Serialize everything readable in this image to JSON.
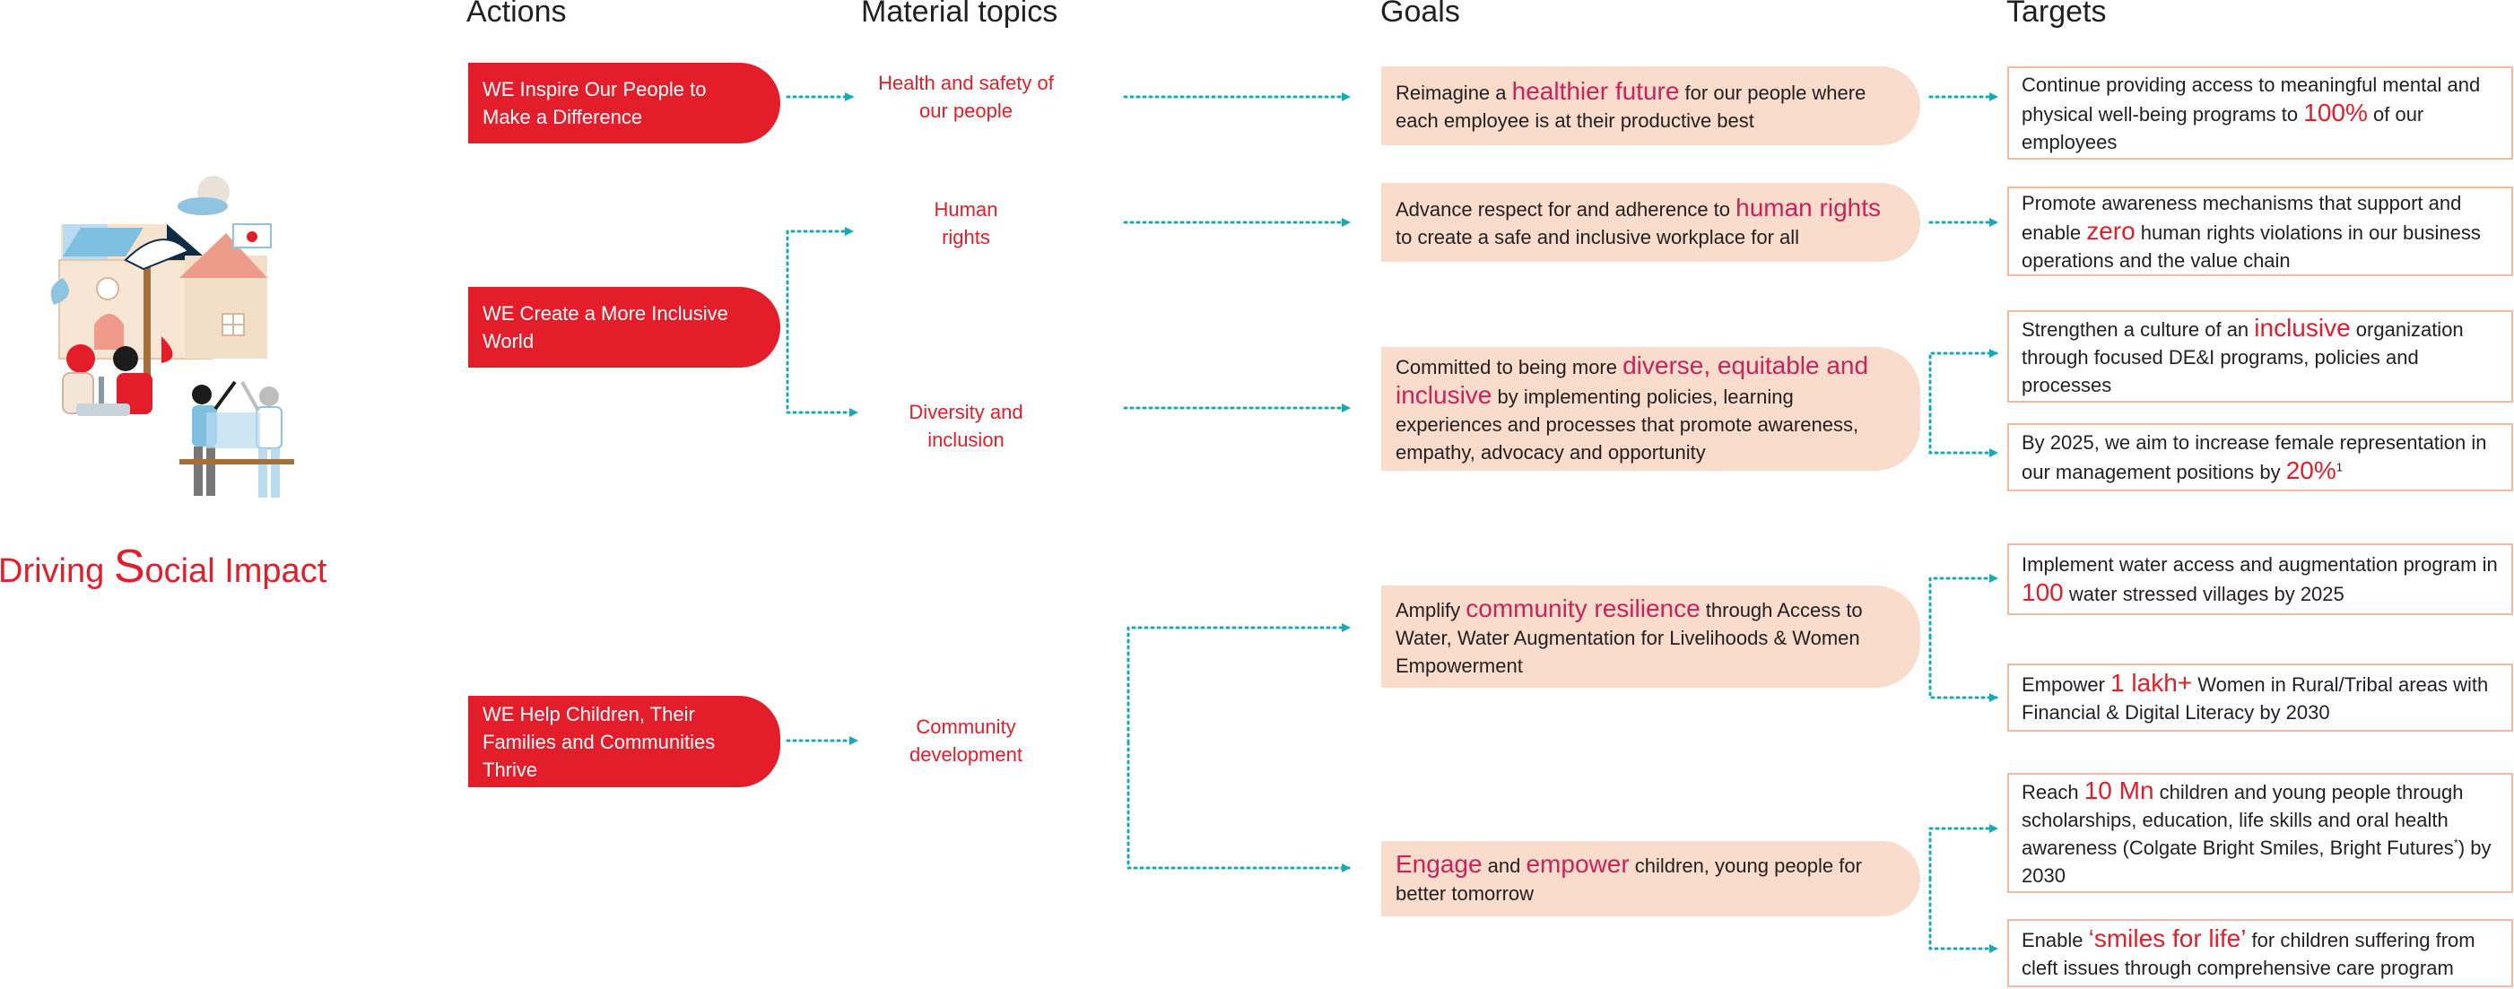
{
  "headers": {
    "actions": "Actions",
    "material_topics": "Material topics",
    "goals": "Goals",
    "targets": "Targets"
  },
  "title": {
    "part1": "Driving ",
    "big_letter": "S",
    "part2": "ocial Impact"
  },
  "actions": [
    {
      "text": "WE Inspire Our People to Make a Difference"
    },
    {
      "text": "WE Create a More Inclusive World"
    },
    {
      "text": "WE Help Children, Their Families and Communities Thrive"
    }
  ],
  "topics": [
    {
      "text": "Health and safety of our people"
    },
    {
      "text": "Human rights"
    },
    {
      "text": "Diversity and inclusion"
    },
    {
      "text": "Community development"
    }
  ],
  "goals": [
    {
      "pre": "Reimagine a ",
      "hl": "healthier future",
      "post": " for our people where each employee is at their productive best"
    },
    {
      "pre": "Advance respect for and adherence to ",
      "hl": "human rights",
      "post": " to create a safe and inclusive workplace for all"
    },
    {
      "pre": "Committed to being more ",
      "hl": "diverse, equitable and inclusive",
      "post": " by implementing policies, learning experiences and processes that promote awareness, empathy, advocacy and opportunity"
    },
    {
      "pre": "Amplify ",
      "hl": "community resilience",
      "post": " through Access to Water, Water Augmentation for Livelihoods & Women Empowerment"
    },
    {
      "hl1": "Engage",
      "mid": " and ",
      "hl2": "empower",
      "post": " children, young people for better tomorrow"
    }
  ],
  "targets": [
    {
      "pre": "Continue providing access to meaningful mental and physical well-being programs to ",
      "hl": "100%",
      "post": " of our employees"
    },
    {
      "pre": "Promote awareness mechanisms that support and enable ",
      "hl": "zero",
      "post": " human rights violations in our business operations and the value chain"
    },
    {
      "pre": "Strengthen a culture of an ",
      "hl": "inclusive",
      "post": " organization through focused DE&I programs, policies and processes"
    },
    {
      "pre": "By 2025, we aim to increase female representation in our management positions by ",
      "hl": "20%",
      "sup": "1",
      "post": ""
    },
    {
      "pre": "Implement water access and augmentation program in ",
      "hl": "100",
      "post": " water stressed villages by 2025"
    },
    {
      "pre": "Empower ",
      "hl": "1 lakh+",
      "post": " Women in Rural/Tribal areas with Financial & Digital Literacy by 2030"
    },
    {
      "pre": "Reach ",
      "hl": "10 Mn",
      "post": " children and young people through scholarships, education, life skills and oral health awareness (Colgate Bright Smiles, Bright Futures",
      "sup": "*",
      "post2": ") by 2030"
    },
    {
      "pre": "Enable ",
      "hl": "‘smiles for life’",
      "post": " for children suffering from cleft issues through comprehensive care program"
    }
  ],
  "colors": {
    "brand_red": "#e31e2a",
    "goal_fill": "#f9dccc",
    "target_border": "#f3b9a0",
    "highlight": "#c8235a",
    "connector": "#19a9b4"
  },
  "icons": [
    "arrow-icon",
    "community-illustration"
  ]
}
